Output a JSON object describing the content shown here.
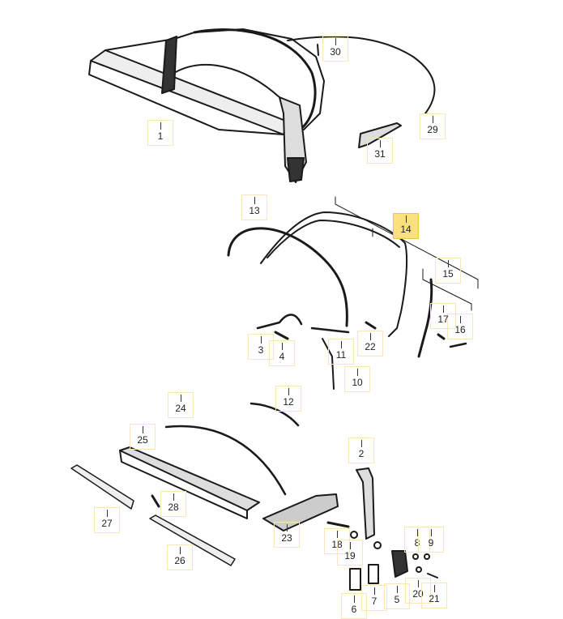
{
  "diagram": {
    "highlighted_part": "14",
    "highlight_color": "#fbe17e",
    "label_border_color": "#fbe7b4",
    "part_labels": [
      "1",
      "2",
      "3",
      "4",
      "5",
      "6",
      "7",
      "8",
      "9",
      "10",
      "11",
      "12",
      "13",
      "14",
      "15",
      "16",
      "17",
      "18",
      "19",
      "20",
      "21",
      "22",
      "23",
      "24",
      "25",
      "26",
      "27",
      "28",
      "29",
      "30",
      "31"
    ]
  }
}
